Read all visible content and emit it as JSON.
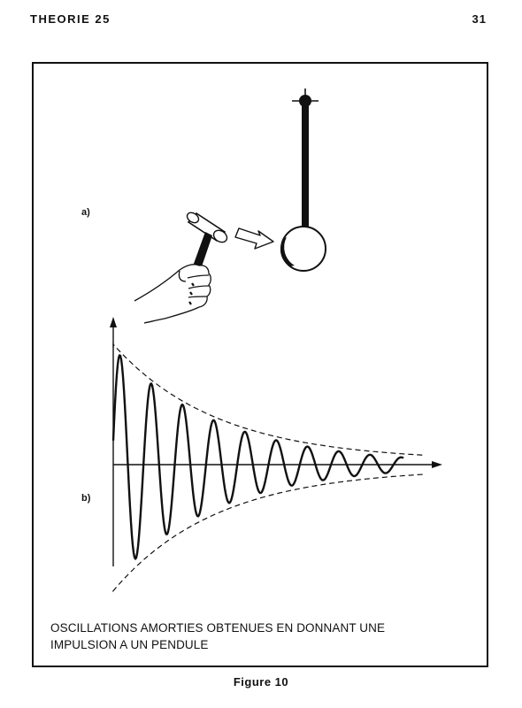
{
  "header": {
    "chapter": "THEORIE 25",
    "page_number": "31"
  },
  "figure": {
    "part_a_label": "a)",
    "part_b_label": "b)",
    "caption_line1": "OSCILLATIONS AMORTIES OBTENUES EN DONNANT UNE",
    "caption_line2": "IMPULSION A UN PENDULE",
    "label": "Figure 10"
  },
  "oscillation": {
    "cycles_shown": 9,
    "decay": "exponential",
    "envelope": "dashed"
  }
}
